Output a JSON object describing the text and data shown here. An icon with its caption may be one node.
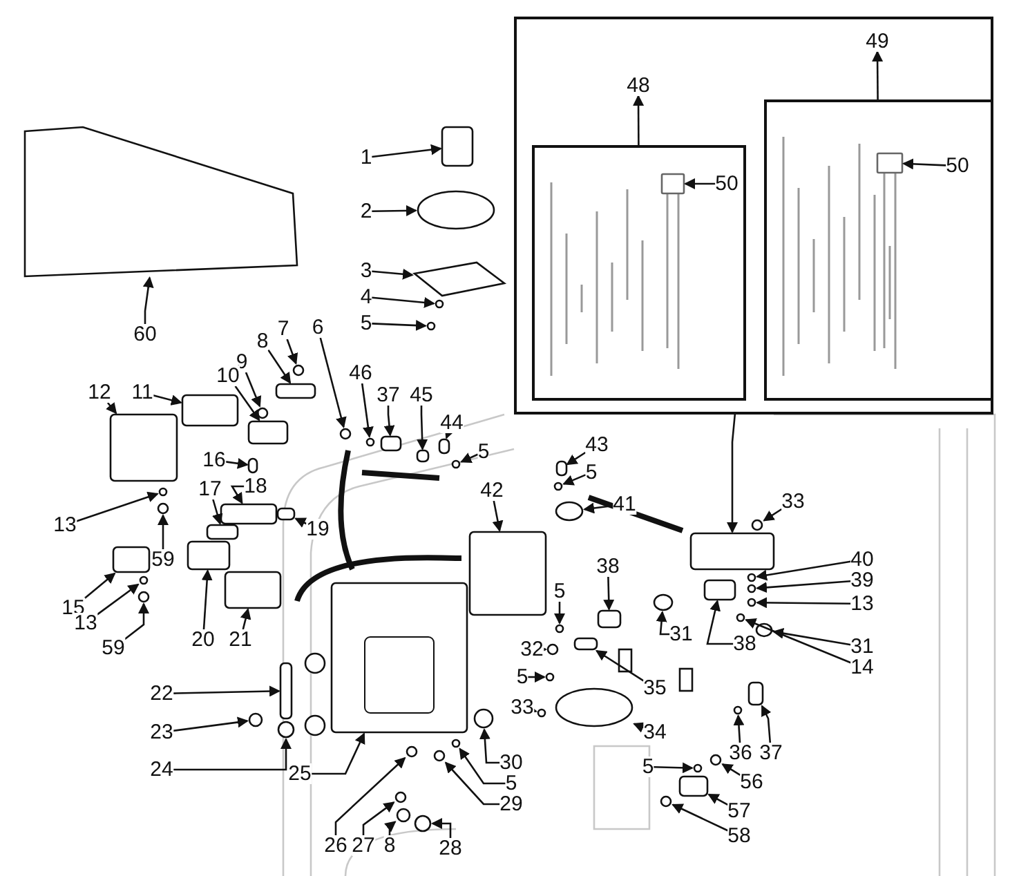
{
  "diagram": {
    "nodes": [
      {
        "text": [],
        "shape": "box"
      },
      {
        "text": [],
        "shape": "box",
        "in": 0
      },
      {
        "text": [],
        "shape": "box",
        "in": 0
      },
      {
        "text": [
          "49"
        ],
        "in": 0
      },
      {
        "text": [
          "48"
        ],
        "in": 0
      },
      {
        "text": [
          "50"
        ],
        "in": 2
      },
      {
        "text": [
          "50"
        ],
        "in": 1
      },
      {
        "text": [
          "1"
        ]
      },
      {
        "text": [
          "2"
        ]
      },
      {
        "text": [
          "3"
        ]
      },
      {
        "text": [
          "4"
        ]
      },
      {
        "text": [
          "5"
        ]
      },
      {
        "text": [
          "7"
        ]
      },
      {
        "text": [
          "6"
        ]
      },
      {
        "text": [
          "60"
        ]
      },
      {
        "text": [
          "8"
        ]
      },
      {
        "text": [
          "9"
        ]
      },
      {
        "text": [
          "46"
        ]
      },
      {
        "text": [
          "10"
        ]
      },
      {
        "text": [
          "12"
        ]
      },
      {
        "text": [
          "11"
        ]
      },
      {
        "text": [
          "37"
        ]
      },
      {
        "text": [
          "45"
        ]
      },
      {
        "text": [
          "44"
        ]
      },
      {
        "text": [
          "43"
        ]
      },
      {
        "text": [
          "5"
        ]
      },
      {
        "text": [
          "16"
        ]
      },
      {
        "text": [
          "5"
        ]
      },
      {
        "text": [
          "18"
        ]
      },
      {
        "text": [
          "17"
        ]
      },
      {
        "text": [
          "42"
        ]
      },
      {
        "text": [
          "33"
        ]
      },
      {
        "text": [
          "41"
        ]
      },
      {
        "text": [
          "13"
        ]
      },
      {
        "text": [
          "19"
        ]
      },
      {
        "text": [
          "59"
        ]
      },
      {
        "text": [
          "40"
        ]
      },
      {
        "text": [
          "38"
        ]
      },
      {
        "text": [
          "39"
        ]
      },
      {
        "text": [
          "5"
        ]
      },
      {
        "text": [
          "13"
        ]
      },
      {
        "text": [
          "15"
        ]
      },
      {
        "text": [
          "13"
        ]
      },
      {
        "text": [
          "31"
        ]
      },
      {
        "text": [
          "20"
        ]
      },
      {
        "text": [
          "21"
        ]
      },
      {
        "text": [
          "38"
        ]
      },
      {
        "text": [
          "31"
        ]
      },
      {
        "text": [
          "59"
        ]
      },
      {
        "text": [
          "32"
        ]
      },
      {
        "text": [
          "14"
        ]
      },
      {
        "text": [
          "5"
        ]
      },
      {
        "text": [
          "22"
        ]
      },
      {
        "text": [
          "35"
        ]
      },
      {
        "text": [
          "33"
        ]
      },
      {
        "text": [
          "34"
        ]
      },
      {
        "text": [
          "23"
        ]
      },
      {
        "text": [
          "36"
        ]
      },
      {
        "text": [
          "37"
        ]
      },
      {
        "text": [
          "30"
        ]
      },
      {
        "text": [
          "5"
        ]
      },
      {
        "text": [
          "24"
        ]
      },
      {
        "text": [
          "25"
        ]
      },
      {
        "text": [
          "56"
        ]
      },
      {
        "text": [
          "5"
        ]
      },
      {
        "text": [
          "29"
        ]
      },
      {
        "text": [
          "57"
        ]
      },
      {
        "text": [
          "58"
        ]
      },
      {
        "text": [
          "26"
        ]
      },
      {
        "text": [
          "27"
        ]
      },
      {
        "text": [
          "8"
        ]
      },
      {
        "text": [
          "28"
        ]
      },
      {
        "text": [],
        "shape": "box"
      },
      {
        "text": [],
        "shape": "box",
        "in": 2
      },
      {
        "text": [],
        "shape": "box",
        "in": 1
      },
      {
        "text": [],
        "shape": "box"
      },
      {
        "text": [],
        "shape": "ellipse"
      },
      {
        "text": [],
        "shape": "polygon"
      },
      {
        "text": [],
        "shape": "circle"
      },
      {
        "text": [],
        "shape": "circle"
      },
      {
        "text": [],
        "shape": "circle"
      },
      {
        "text": [],
        "shape": "circle"
      },
      {
        "text": [],
        "shape": "polygon"
      },
      {
        "text": [],
        "shape": "box"
      },
      {
        "text": [],
        "shape": "circle"
      },
      {
        "text": [],
        "shape": "circle"
      },
      {
        "text": [],
        "shape": "box"
      },
      {
        "text": [],
        "shape": "box"
      },
      {
        "text": [],
        "shape": "box"
      },
      {
        "text": [],
        "shape": "box"
      },
      {
        "text": [],
        "shape": "box"
      },
      {
        "text": [],
        "shape": "box"
      },
      {
        "text": [],
        "shape": "box"
      },
      {
        "text": [],
        "shape": "circle"
      },
      {
        "text": [],
        "shape": "box"
      },
      {
        "text": [],
        "shape": "circle"
      },
      {
        "text": [],
        "shape": "box"
      },
      {
        "text": [],
        "shape": "box"
      },
      {
        "text": [],
        "shape": "box"
      },
      {
        "text": [],
        "shape": "circle"
      },
      {
        "text": [],
        "shape": "ellipse"
      },
      {
        "text": [],
        "shape": "circle"
      },
      {
        "text": [],
        "shape": "box"
      },
      {
        "text": [],
        "shape": "circle"
      },
      {
        "text": [],
        "shape": "circle"
      },
      {
        "text": [],
        "shape": "box"
      },
      {
        "text": [],
        "shape": "circle"
      },
      {
        "text": [],
        "shape": "circle"
      },
      {
        "text": [],
        "shape": "circle"
      },
      {
        "text": [],
        "shape": "box"
      },
      {
        "text": [],
        "shape": "circle"
      },
      {
        "text": [],
        "shape": "ellipse"
      },
      {
        "text": [],
        "shape": "box"
      },
      {
        "text": [],
        "shape": "box"
      },
      {
        "text": [],
        "shape": "box"
      },
      {
        "text": [],
        "shape": "ellipse"
      },
      {
        "text": [],
        "shape": "circle"
      },
      {
        "text": [],
        "shape": "circle"
      },
      {
        "text": [],
        "shape": "circle"
      },
      {
        "text": [],
        "shape": "circle"
      },
      {
        "text": [],
        "shape": "box"
      },
      {
        "text": [],
        "shape": "box"
      },
      {
        "text": [],
        "shape": "circle"
      },
      {
        "text": [],
        "shape": "ellipse"
      },
      {
        "text": [],
        "shape": "circle"
      },
      {
        "text": [],
        "shape": "circle"
      },
      {
        "text": [],
        "shape": "box"
      },
      {
        "text": [],
        "shape": "circle"
      },
      {
        "text": [],
        "shape": "circle"
      },
      {
        "text": [],
        "shape": "circle"
      },
      {
        "text": [],
        "shape": "box"
      },
      {
        "text": [],
        "shape": "circle"
      },
      {
        "text": [],
        "shape": "circle"
      },
      {
        "text": [],
        "shape": "circle"
      },
      {
        "text": [],
        "shape": "box"
      },
      {
        "text": [],
        "shape": "circle"
      },
      {
        "text": [],
        "shape": "circle"
      },
      {
        "text": [],
        "shape": "circle"
      },
      {
        "text": [],
        "shape": "circle"
      },
      {
        "text": [],
        "shape": "circle"
      }
    ],
    "edges": [
      {
        "from": 0,
        "to": 72,
        "arrow": "to"
      },
      {
        "from": 1,
        "to": 4,
        "arrow": "to"
      },
      {
        "from": 2,
        "to": 3,
        "arrow": "to"
      },
      {
        "from": 5,
        "to": 73,
        "arrow": "to"
      },
      {
        "from": 6,
        "to": 74,
        "arrow": "to"
      },
      {
        "from": 7,
        "to": 75,
        "arrow": "to"
      },
      {
        "from": 8,
        "to": 76,
        "arrow": "to"
      },
      {
        "from": 9,
        "to": 77,
        "arrow": "to"
      },
      {
        "from": 10,
        "to": 78,
        "arrow": "to"
      },
      {
        "from": 11,
        "to": 79,
        "arrow": "to"
      },
      {
        "from": 12,
        "to": 80,
        "arrow": "to"
      },
      {
        "from": 13,
        "to": 81,
        "arrow": "to"
      },
      {
        "from": 14,
        "to": 82,
        "arrow": "to"
      },
      {
        "from": 15,
        "to": 83,
        "arrow": "to"
      },
      {
        "from": 16,
        "to": 84,
        "arrow": "to"
      },
      {
        "from": 17,
        "to": 85,
        "arrow": "to"
      },
      {
        "from": 18,
        "to": 86,
        "arrow": "to"
      },
      {
        "from": 19,
        "to": 87,
        "arrow": "to"
      },
      {
        "from": 20,
        "to": 88,
        "arrow": "to"
      },
      {
        "from": 21,
        "to": 89,
        "arrow": "to"
      },
      {
        "from": 22,
        "to": 90,
        "arrow": "to"
      },
      {
        "from": 23,
        "to": 91,
        "arrow": "to"
      },
      {
        "from": 24,
        "to": 92,
        "arrow": "to"
      },
      {
        "from": 25,
        "to": 93,
        "arrow": "to"
      },
      {
        "from": 26,
        "to": 94,
        "arrow": "to"
      },
      {
        "from": 27,
        "to": 95,
        "arrow": "to"
      },
      {
        "from": 28,
        "to": 96,
        "arrow": "to"
      },
      {
        "from": 29,
        "to": 97,
        "arrow": "to"
      },
      {
        "from": 30,
        "to": 98,
        "arrow": "to"
      },
      {
        "from": 31,
        "to": 99,
        "arrow": "to"
      },
      {
        "from": 32,
        "to": 100,
        "arrow": "to"
      },
      {
        "from": 33,
        "to": 101,
        "arrow": "to"
      },
      {
        "from": 34,
        "to": 102,
        "arrow": "to"
      },
      {
        "from": 35,
        "to": 103,
        "arrow": "to"
      },
      {
        "from": 36,
        "to": 104,
        "arrow": "to"
      },
      {
        "from": 37,
        "to": 105,
        "arrow": "to"
      },
      {
        "from": 38,
        "to": 106,
        "arrow": "to"
      },
      {
        "from": 39,
        "to": 107,
        "arrow": "to"
      },
      {
        "from": 40,
        "to": 108,
        "arrow": "to"
      },
      {
        "from": 41,
        "to": 109,
        "arrow": "to"
      },
      {
        "from": 42,
        "to": 110,
        "arrow": "to"
      },
      {
        "from": 43,
        "to": 111,
        "arrow": "to"
      },
      {
        "from": 44,
        "to": 112,
        "arrow": "to"
      },
      {
        "from": 45,
        "to": 113,
        "arrow": "to"
      },
      {
        "from": 46,
        "to": 114,
        "arrow": "to"
      },
      {
        "from": 47,
        "to": 115,
        "arrow": "to"
      },
      {
        "from": 48,
        "to": 116,
        "arrow": "to"
      },
      {
        "from": 49,
        "to": 117,
        "arrow": "to"
      },
      {
        "from": 50,
        "to": 118,
        "arrow": "to"
      },
      {
        "from": 51,
        "to": 119,
        "arrow": "to"
      },
      {
        "from": 52,
        "to": 120,
        "arrow": "to"
      },
      {
        "from": 53,
        "to": 121,
        "arrow": "to"
      },
      {
        "from": 54,
        "to": 122,
        "arrow": "to"
      },
      {
        "from": 55,
        "to": 123,
        "arrow": "to"
      },
      {
        "from": 56,
        "to": 124,
        "arrow": "to"
      },
      {
        "from": 57,
        "to": 125,
        "arrow": "to"
      },
      {
        "from": 58,
        "to": 126,
        "arrow": "to"
      },
      {
        "from": 59,
        "to": 127,
        "arrow": "to"
      },
      {
        "from": 60,
        "to": 128,
        "arrow": "to"
      },
      {
        "from": 61,
        "to": 129,
        "arrow": "to"
      },
      {
        "from": 62,
        "to": 130,
        "arrow": "to"
      },
      {
        "from": 63,
        "to": 131,
        "arrow": "to"
      },
      {
        "from": 64,
        "to": 132,
        "arrow": "to"
      },
      {
        "from": 65,
        "to": 133,
        "arrow": "to"
      },
      {
        "from": 66,
        "to": 134,
        "arrow": "to"
      },
      {
        "from": 67,
        "to": 135,
        "arrow": "to"
      },
      {
        "from": 68,
        "to": 136,
        "arrow": "to"
      },
      {
        "from": 69,
        "to": 137,
        "arrow": "to"
      },
      {
        "from": 70,
        "to": 138,
        "arrow": "to"
      },
      {
        "from": 71,
        "to": 139,
        "arrow": "to"
      }
    ]
  }
}
